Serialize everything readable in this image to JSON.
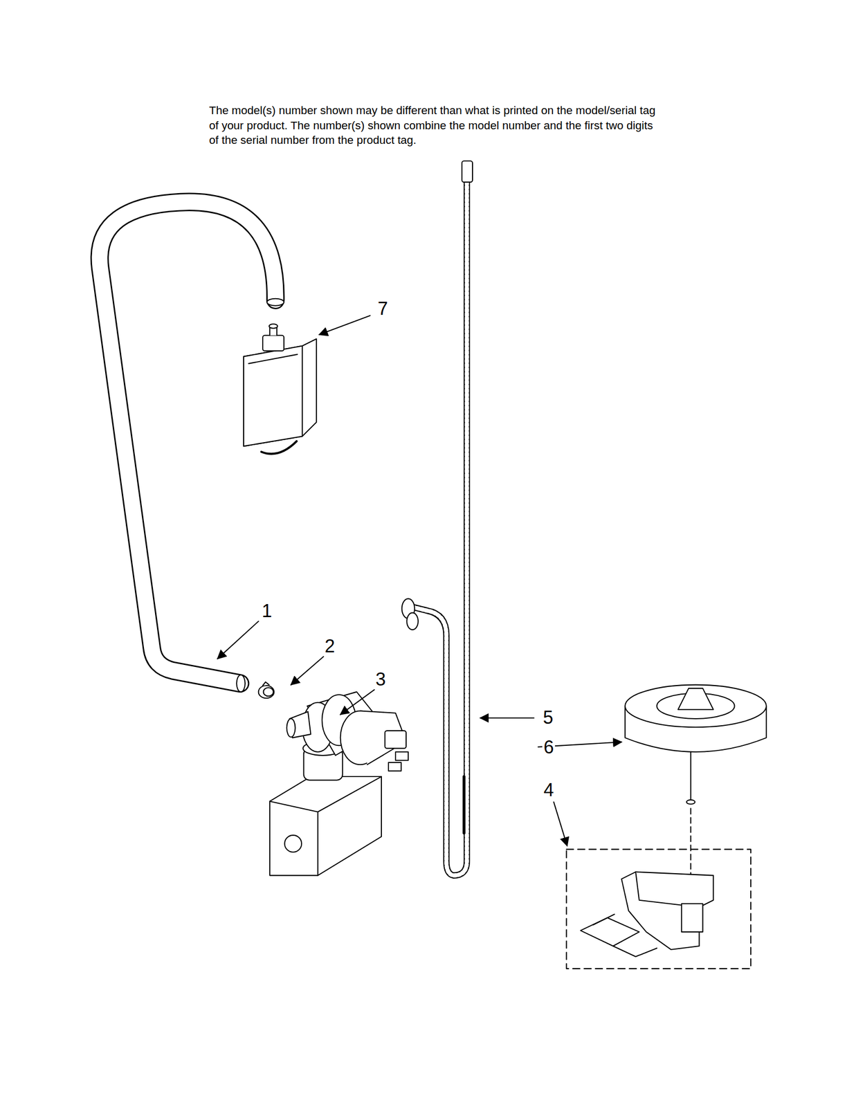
{
  "diagram": {
    "labels": [
      "The model(s) number shown may be different than what is printed on the model/serial tag of your product. The number(s) shown combine the model number and the first two digits of the serial number from the product tag.",
      "7",
      "1",
      "2",
      "3",
      "5",
      "6",
      "4"
    ]
  }
}
